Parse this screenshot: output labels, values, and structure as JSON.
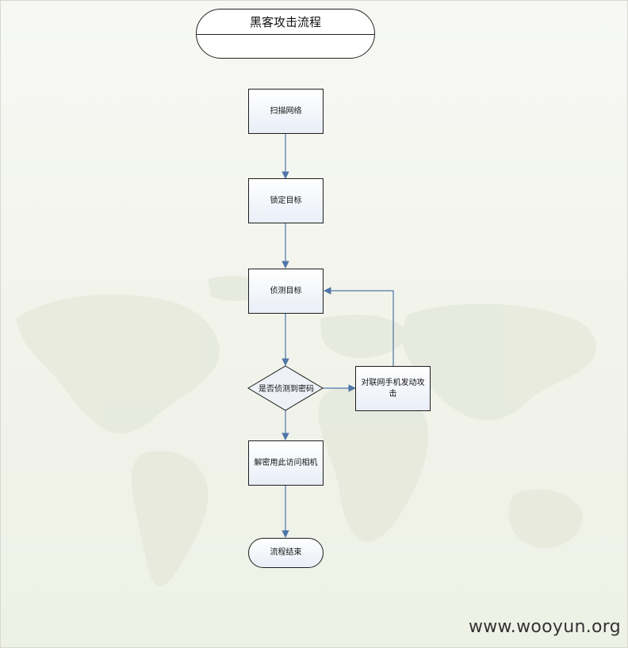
{
  "diagram": {
    "title": "黑客攻击流程",
    "nodes": {
      "scan": "扫描网络",
      "lock": "锁定目标",
      "probe": "侦测目标",
      "decision": "是否侦测到密码",
      "attack": "对联网手机发动攻击",
      "decrypt": "解密用此访问相机",
      "end": "流程结束"
    },
    "edges": [
      {
        "from": "scan",
        "to": "lock"
      },
      {
        "from": "lock",
        "to": "probe"
      },
      {
        "from": "probe",
        "to": "decision"
      },
      {
        "from": "decision",
        "to": "attack"
      },
      {
        "from": "attack",
        "to": "probe"
      },
      {
        "from": "decision",
        "to": "decrypt"
      },
      {
        "from": "decrypt",
        "to": "end"
      }
    ],
    "colors": {
      "arrow": "#4f76a6",
      "node_fill_top": "#ffffff",
      "node_fill_bottom": "#e9eef7",
      "border": "#1e1e1e"
    }
  },
  "watermark": "www.wooyun.org"
}
